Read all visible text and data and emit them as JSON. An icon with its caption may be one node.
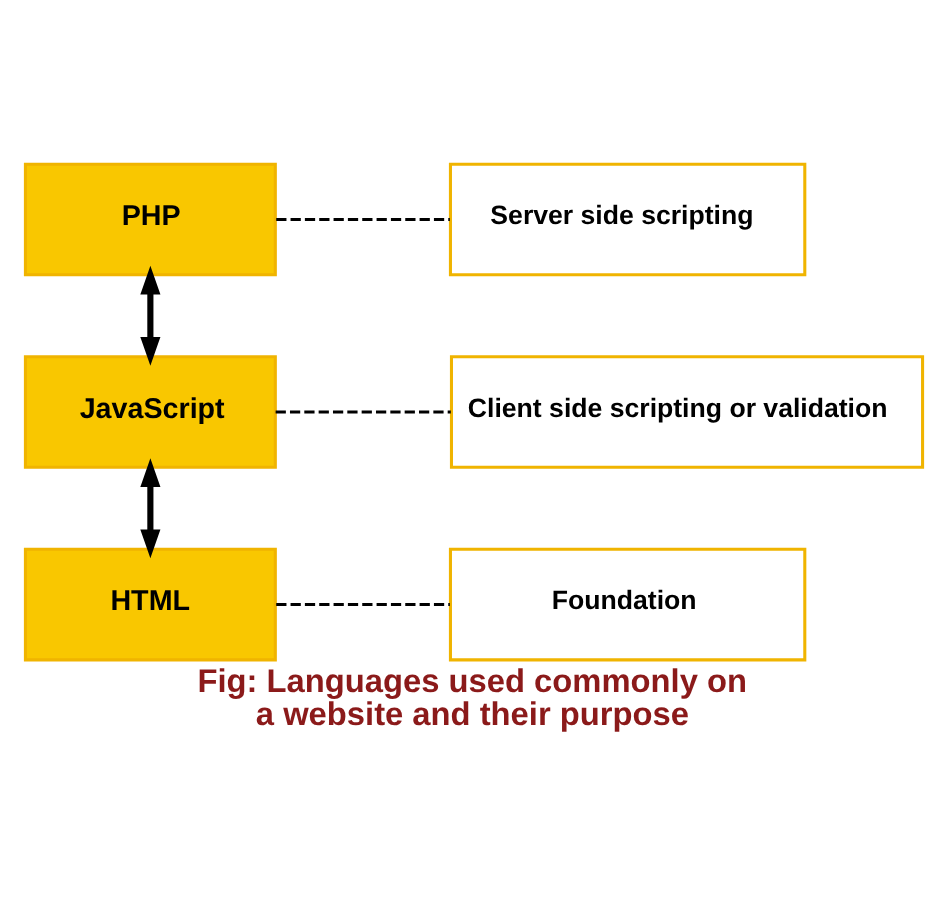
{
  "diagram": {
    "caption": "Fig: Languages used commonly on a website and their purpose",
    "nodes": [
      {
        "text": [
          "PHP"
        ]
      },
      {
        "text": [
          "Server side scripting"
        ]
      },
      {
        "text": [
          "JavaScript"
        ]
      },
      {
        "text": [
          "Client side scripting or validation"
        ]
      },
      {
        "text": [
          "HTML"
        ]
      },
      {
        "text": [
          "Foundation"
        ]
      }
    ],
    "edges": [
      {
        "from": 0,
        "to": 2,
        "arrow": "both",
        "style": "thick"
      },
      {
        "from": 2,
        "to": 4,
        "arrow": "both",
        "style": "thick"
      },
      {
        "from": 0,
        "to": 1,
        "arrow": "none",
        "style": "dashed"
      },
      {
        "from": 2,
        "to": 3,
        "arrow": "none",
        "style": "dashed"
      },
      {
        "from": 4,
        "to": 5,
        "arrow": "none",
        "style": "dashed"
      }
    ]
  }
}
